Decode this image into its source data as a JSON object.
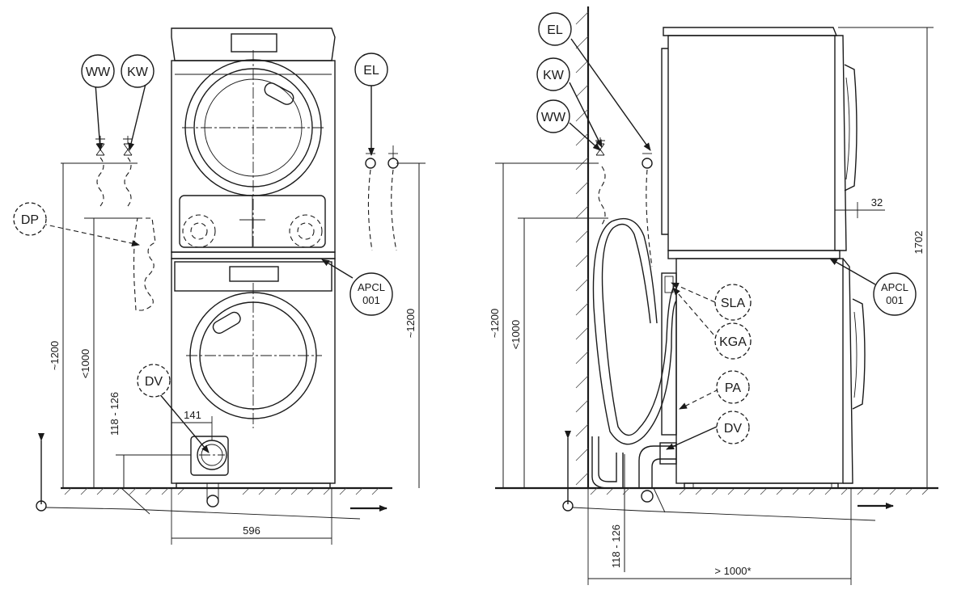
{
  "labels": {
    "ww": "WW",
    "kw": "KW",
    "el": "EL",
    "dp": "DP",
    "dv": "DV",
    "apcl_line1": "APCL",
    "apcl_line2": "001",
    "sla": "SLA",
    "kga": "KGA",
    "pa": "PA"
  },
  "dimensions": {
    "d596": "596",
    "d141": "141",
    "approx1200": "~1200",
    "lt1000": "<1000",
    "r118_126": "118 - 126",
    "d32": "32",
    "d1702": "1702",
    "gt1000": "> 1000*"
  },
  "colors": {
    "line": "#1a1a1a",
    "background": "#ffffff"
  }
}
